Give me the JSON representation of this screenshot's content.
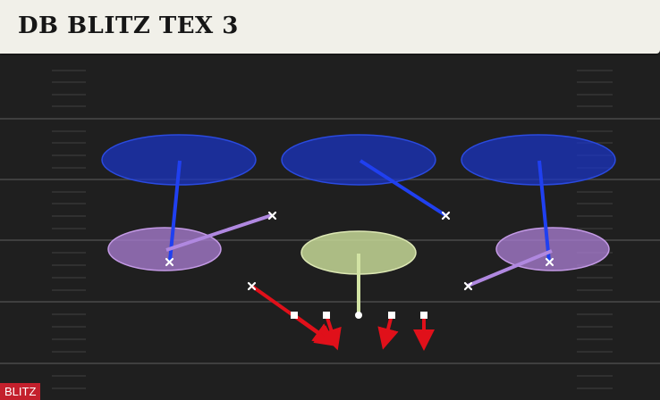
{
  "play": {
    "title": "DB BLITZ TEX 3",
    "tag": "BLITZ"
  },
  "colors": {
    "field_bg": "#1f1f1f",
    "deep_zone": "#1a35c8",
    "hook_zone": "#a87cd0",
    "spy_zone": "#c6d896",
    "blitz_route": "#e0101a",
    "offense_marker": "#ffffff",
    "defender_marker": "#ffffff"
  },
  "assignments": [
    {
      "player": "defender",
      "role": "deep-zone"
    },
    {
      "player": "defender",
      "role": "deep-zone"
    },
    {
      "player": "defender",
      "role": "deep-zone"
    },
    {
      "player": "defender",
      "role": "hook-zone"
    },
    {
      "player": "defender",
      "role": "hook-zone"
    },
    {
      "player": "defender",
      "role": "spy"
    },
    {
      "player": "defender",
      "role": "blitz"
    },
    {
      "player": "defender",
      "role": "blitz"
    },
    {
      "player": "defender",
      "role": "blitz"
    },
    {
      "player": "defender",
      "role": "blitz"
    },
    {
      "player": "defender",
      "role": "blitz"
    }
  ]
}
